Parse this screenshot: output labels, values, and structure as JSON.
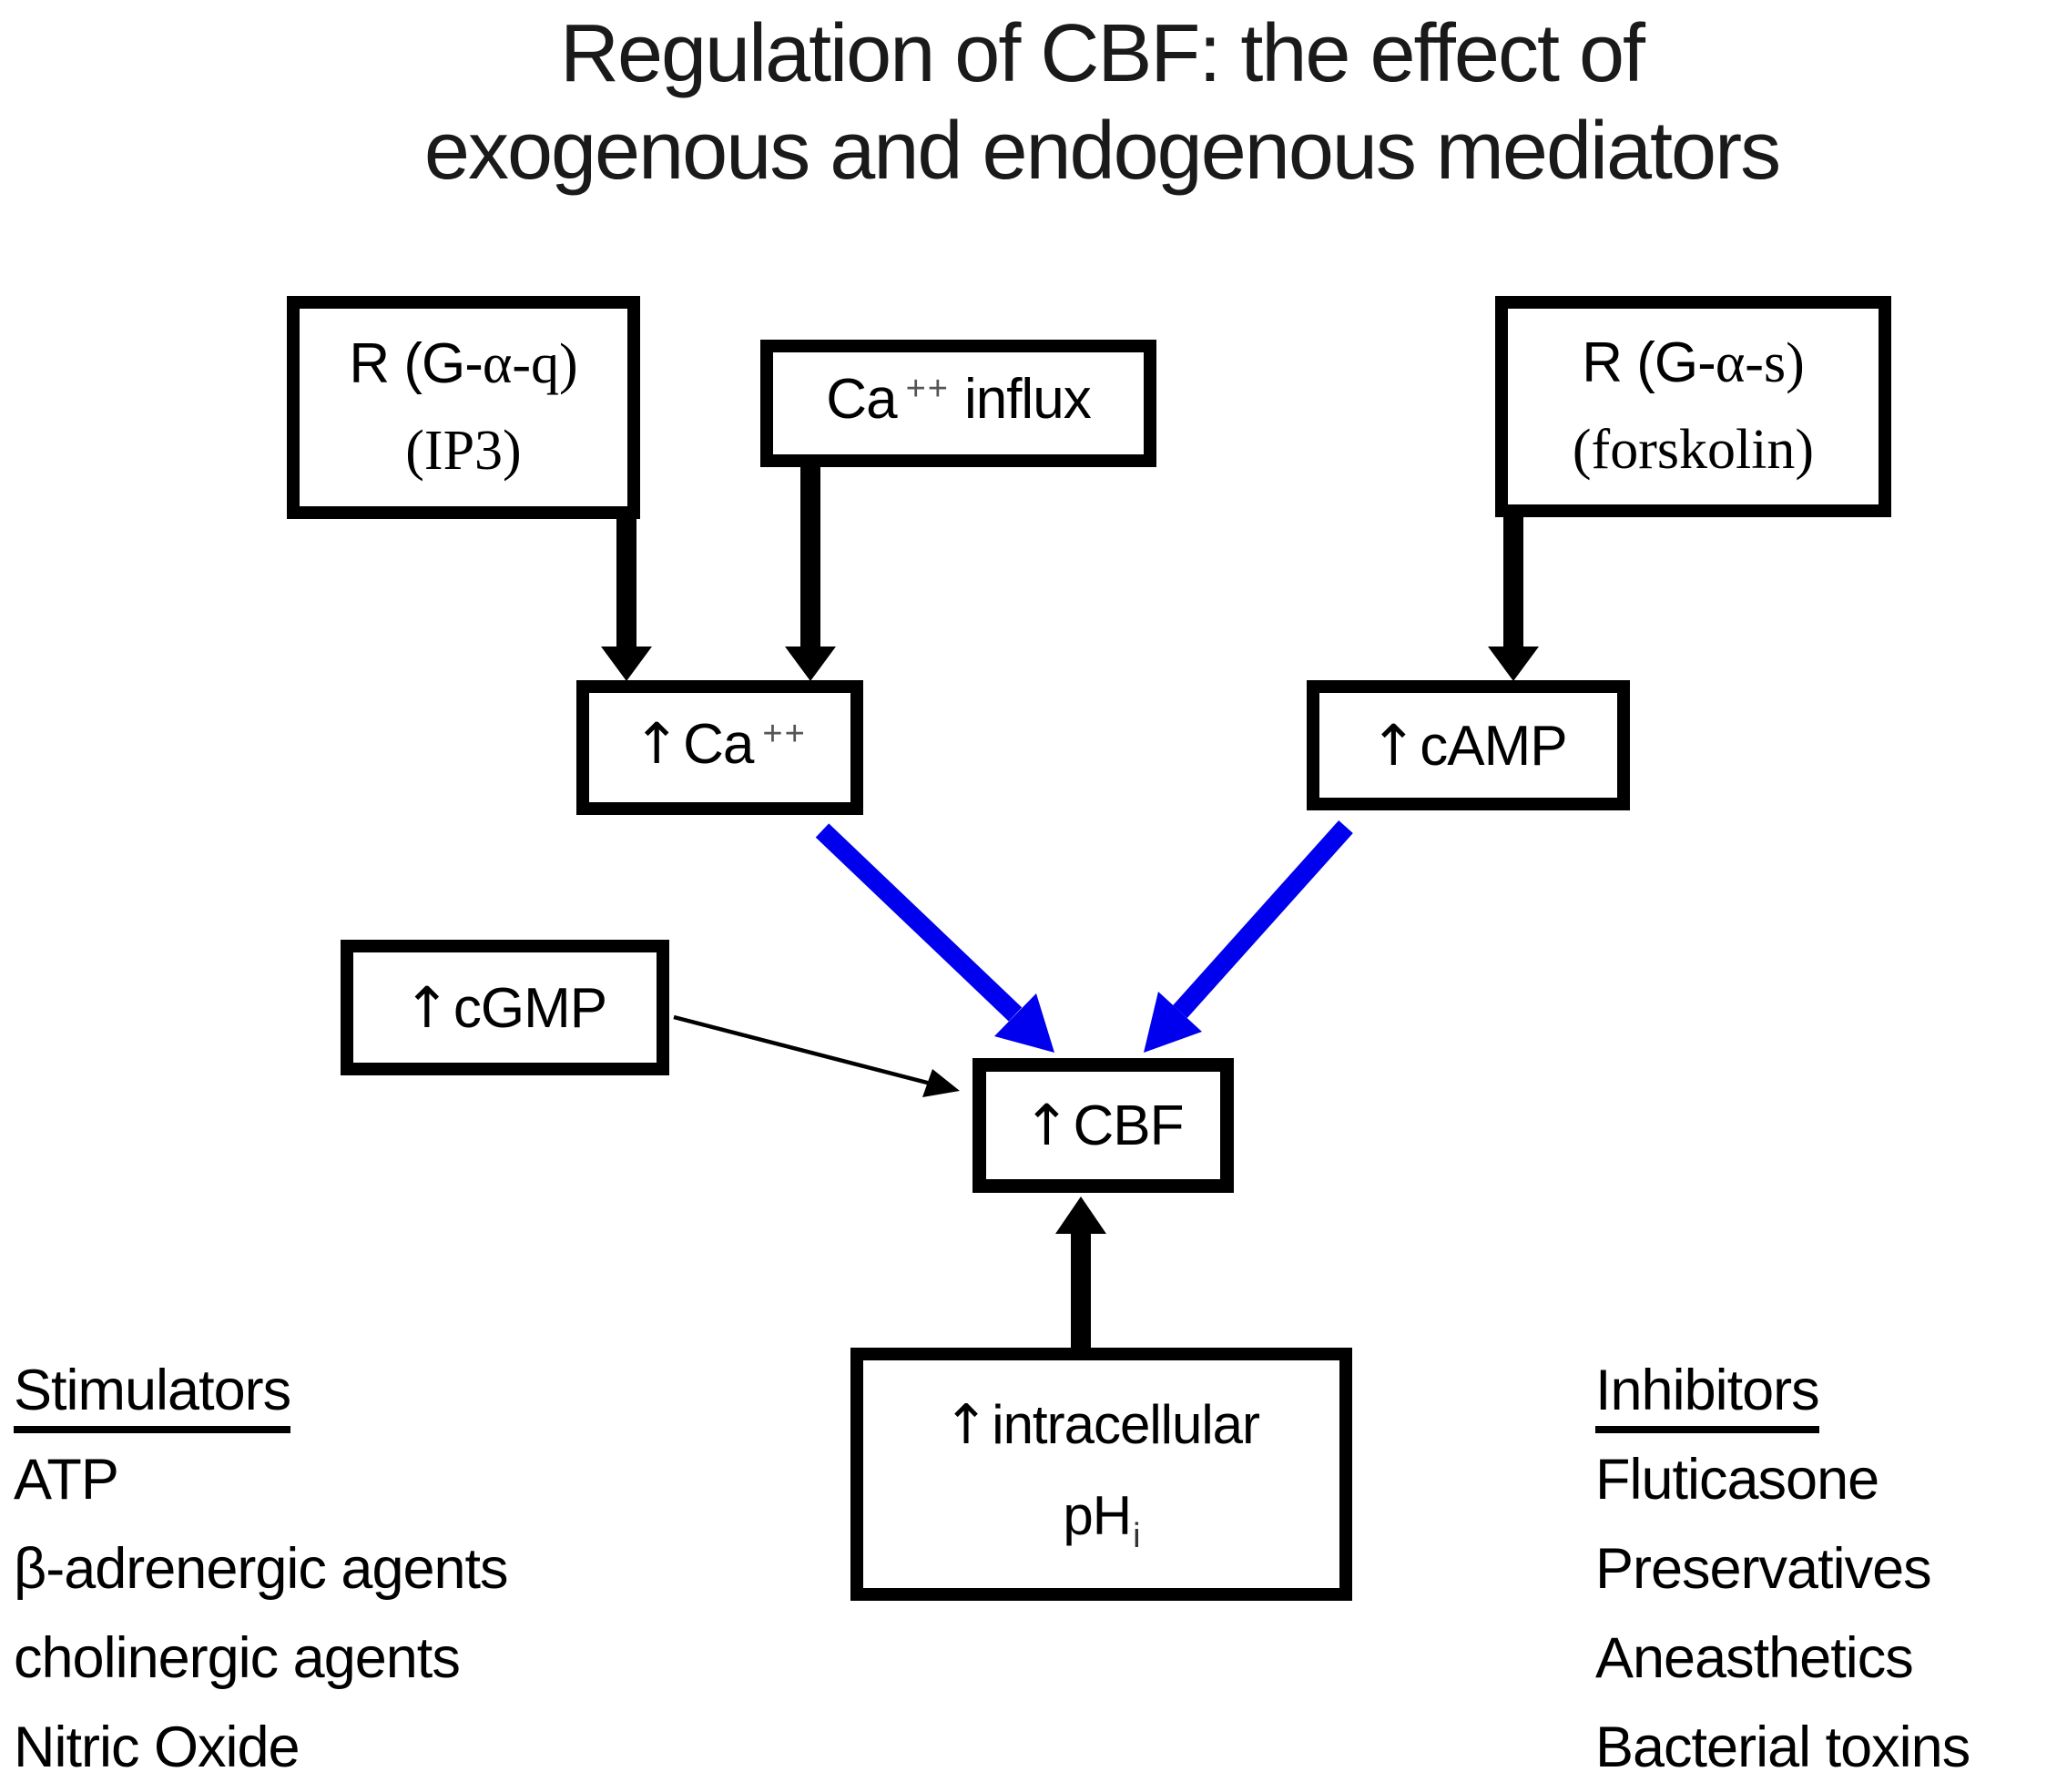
{
  "title": {
    "line1": "Regulation of CBF: the effect of",
    "line2": "exogenous and endogenous mediators"
  },
  "boxes": {
    "gaq": {
      "line1_sans": "R (G-",
      "line1_serif": "α-q)",
      "line2": "(IP3)"
    },
    "ca_influx": {
      "pre": "Ca",
      "sup": "++",
      "post": "influx"
    },
    "gas": {
      "line1_sans": "R (G-",
      "line1_serif": "α-s)",
      "line2": "(forskolin)"
    },
    "ca": {
      "arrow": "↑",
      "pre": "Ca",
      "sup": "++"
    },
    "camp": {
      "arrow": "↑",
      "label": "cAMP"
    },
    "cgmp": {
      "arrow": "↑",
      "label": "cGMP"
    },
    "cbf": {
      "arrow": "↑",
      "label": "CBF"
    },
    "ph": {
      "arrow": "↑",
      "line1": "intracellular",
      "line2_main": "pH",
      "line2_sub": "i"
    }
  },
  "stimulators": {
    "heading": "Stimulators",
    "items": [
      "ATP",
      "β-adrenergic agents",
      "cholinergic agents",
      "Nitric Oxide"
    ]
  },
  "inhibitors": {
    "heading": "Inhibitors",
    "items": [
      "Fluticasone",
      "Preservatives",
      "Aneasthetics",
      "Bacterial toxins"
    ]
  },
  "colors": {
    "arrow_blue": "#0000ee",
    "ink": "#000000"
  }
}
